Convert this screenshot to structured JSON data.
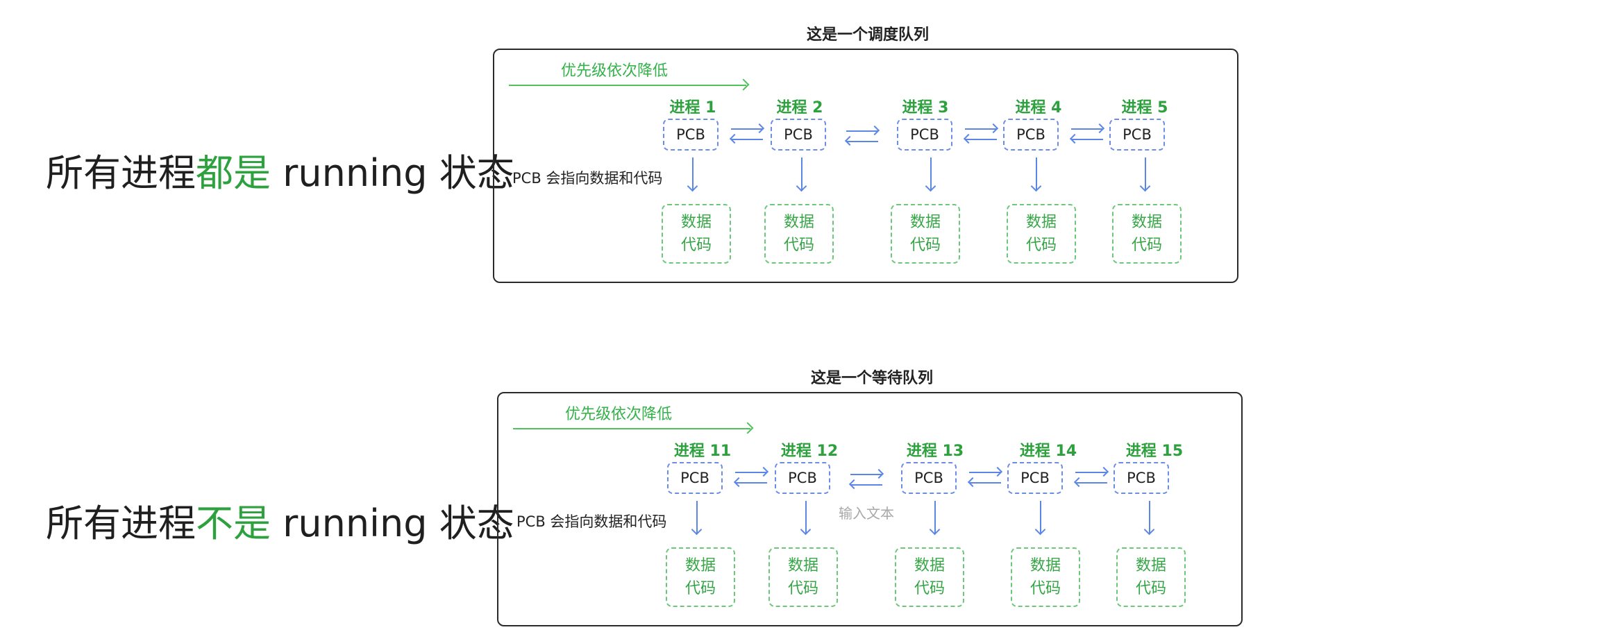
{
  "rows": [
    {
      "caption_pre": "所有进程",
      "caption_hl": "都是",
      "caption_post": " running 状态",
      "title": "这是一个调度队列",
      "priority_label": "优先级依次降低",
      "pcb_note": "PCB 会指向数据和代码",
      "processes": [
        {
          "label": "进程 1",
          "pcb": "PCB",
          "data_line1": "数据",
          "data_line2": "代码"
        },
        {
          "label": "进程 2",
          "pcb": "PCB",
          "data_line1": "数据",
          "data_line2": "代码"
        },
        {
          "label": "进程 3",
          "pcb": "PCB",
          "data_line1": "数据",
          "data_line2": "代码"
        },
        {
          "label": "进程 4",
          "pcb": "PCB",
          "data_line1": "数据",
          "data_line2": "代码"
        },
        {
          "label": "进程 5",
          "pcb": "PCB",
          "data_line1": "数据",
          "data_line2": "代码"
        }
      ]
    },
    {
      "caption_pre": "所有进程",
      "caption_hl": "不是",
      "caption_post": " running 状态",
      "title": "这是一个等待队列",
      "priority_label": "优先级依次降低",
      "pcb_note": "PCB 会指向数据和代码",
      "placeholder": "输入文本",
      "processes": [
        {
          "label": "进程 11",
          "pcb": "PCB",
          "data_line1": "数据",
          "data_line2": "代码"
        },
        {
          "label": "进程 12",
          "pcb": "PCB",
          "data_line1": "数据",
          "data_line2": "代码"
        },
        {
          "label": "进程 13",
          "pcb": "PCB",
          "data_line1": "数据",
          "data_line2": "代码"
        },
        {
          "label": "进程 14",
          "pcb": "PCB",
          "data_line1": "数据",
          "data_line2": "代码"
        },
        {
          "label": "进程 15",
          "pcb": "PCB",
          "data_line1": "数据",
          "data_line2": "代码"
        }
      ]
    }
  ],
  "colors": {
    "accent_green": "#2ea13f",
    "pcb_blue": "#6b8de6",
    "frame": "#2a2a2a"
  }
}
